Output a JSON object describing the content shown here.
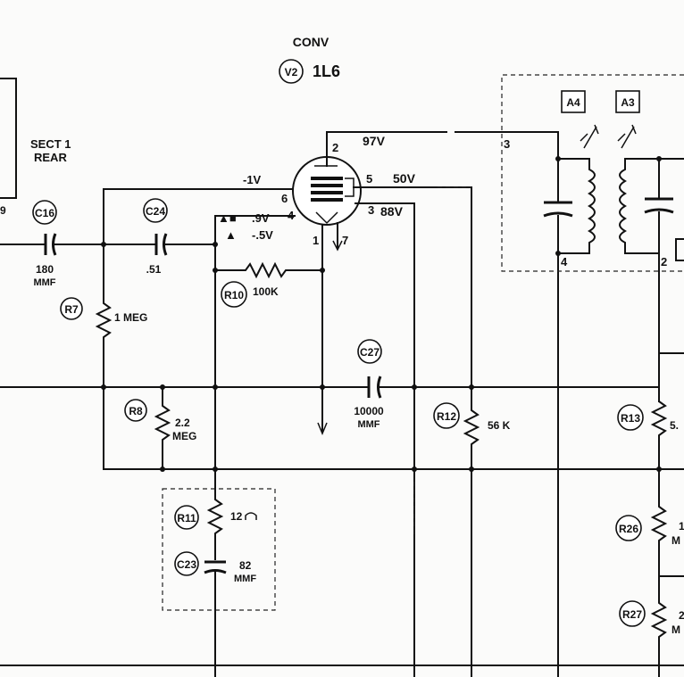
{
  "tube": {
    "title": "CONV",
    "designator": "V2",
    "type": "1L6",
    "pins": [
      "2",
      "5",
      "6",
      "4",
      "3",
      "1",
      "7"
    ]
  },
  "left_block": {
    "line1": "SECT 1",
    "line2": "REAR",
    "pin": "9"
  },
  "voltages": {
    "plate": "97V",
    "screen": "50V",
    "pin3": "88V",
    "grid": "-1V",
    "note1": ".9V",
    "note2": "-.5V"
  },
  "components": {
    "c16": {
      "ref": "C16",
      "value1": "180",
      "value2": "MMF"
    },
    "c24": {
      "ref": "C24",
      "value1": ".51"
    },
    "r7": {
      "ref": "R7",
      "value1": "1 MEG"
    },
    "r10": {
      "ref": "R10",
      "value1": "100K"
    },
    "c27": {
      "ref": "C27",
      "value1": "10000",
      "value2": "MMF"
    },
    "r8": {
      "ref": "R8",
      "value1": "2.2",
      "value2": "MEG"
    },
    "r12": {
      "ref": "R12",
      "value1": "56 K"
    },
    "r11": {
      "ref": "R11",
      "value1": "12"
    },
    "c23": {
      "ref": "C23",
      "value1": "82",
      "value2": "MMF"
    },
    "r13": {
      "ref": "R13",
      "value1": "5."
    },
    "r26": {
      "ref": "R26",
      "value1": "1",
      "value2": "M"
    },
    "r27": {
      "ref": "R27",
      "value1": "2",
      "value2": "M"
    }
  },
  "transformer": {
    "a4": "A4",
    "a3": "A3",
    "pin3": "3",
    "pin4": "4",
    "pin2": "2"
  }
}
